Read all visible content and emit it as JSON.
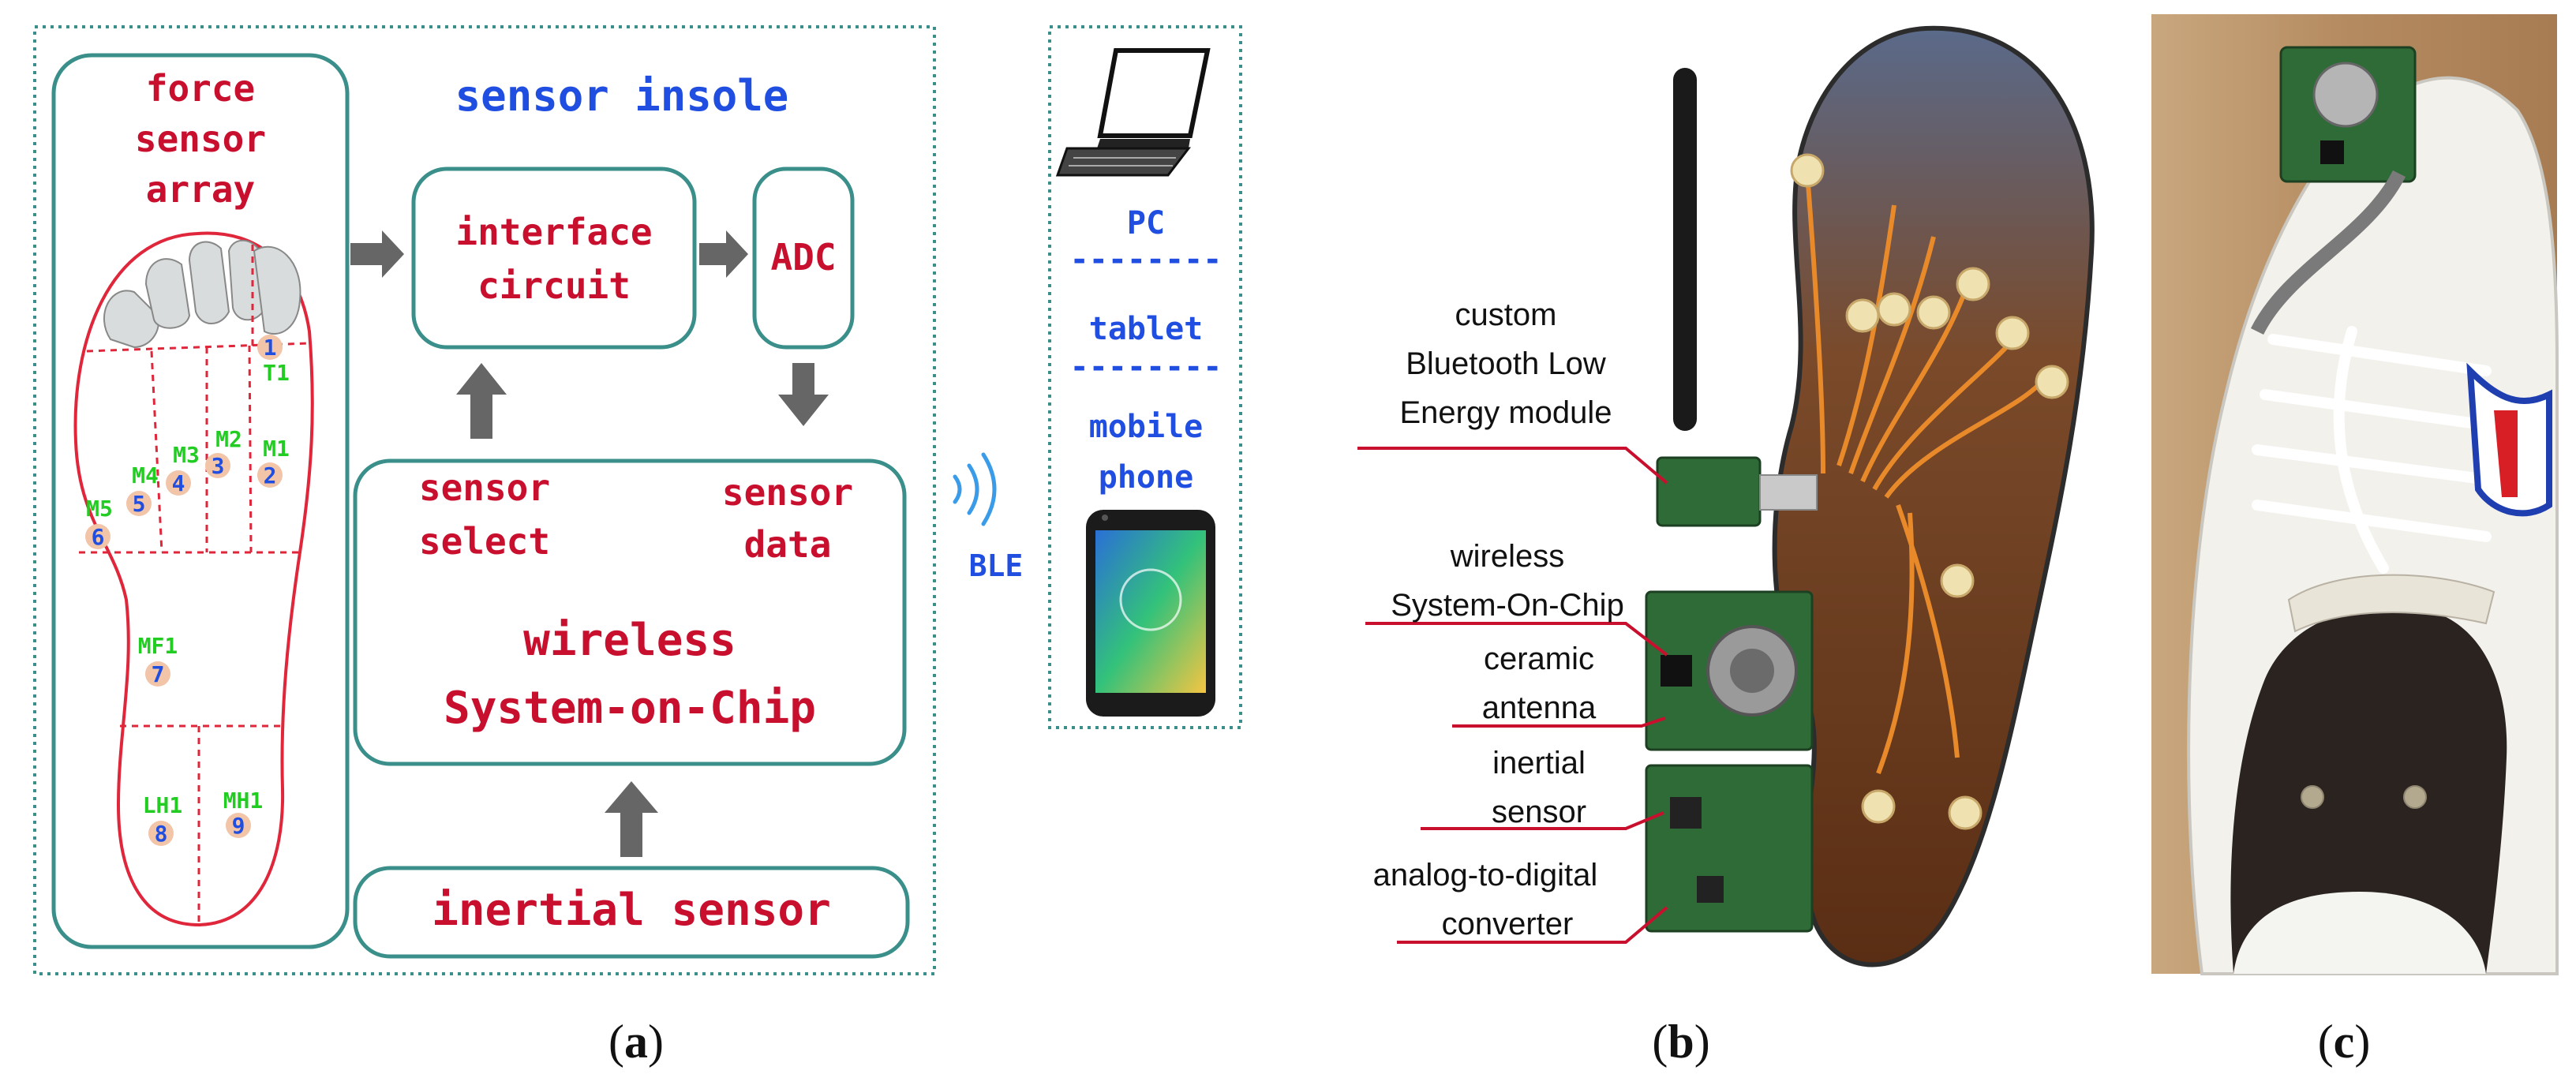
{
  "panel_a": {
    "title": "sensor insole",
    "force_array": [
      "force",
      "sensor",
      "array"
    ],
    "interface_circuit": [
      "interface",
      "circuit"
    ],
    "adc": "ADC",
    "sensor_select": [
      "sensor",
      "select"
    ],
    "sensor_data": [
      "sensor",
      "data"
    ],
    "wireless_soc": [
      "wireless",
      "System-on-Chip"
    ],
    "inertial_sensor": "inertial sensor",
    "ble": "BLE",
    "devices": {
      "pc": "PC",
      "separator": "--------",
      "tablet": "tablet",
      "mobile": [
        "mobile",
        "phone"
      ]
    },
    "sensors": [
      {
        "name": "T1",
        "num": "1"
      },
      {
        "name": "M1",
        "num": "2"
      },
      {
        "name": "M2",
        "num": "3"
      },
      {
        "name": "M3",
        "num": "4"
      },
      {
        "name": "M4",
        "num": "5"
      },
      {
        "name": "M5",
        "num": "6"
      },
      {
        "name": "MF1",
        "num": "7"
      },
      {
        "name": "LH1",
        "num": "8"
      },
      {
        "name": "MH1",
        "num": "9"
      }
    ]
  },
  "panel_b": {
    "labels": {
      "ble_module": [
        "custom",
        "Bluetooth Low",
        "Energy module"
      ],
      "soc": [
        "wireless",
        "System-On-Chip"
      ],
      "antenna": [
        "ceramic",
        "antenna"
      ],
      "inertial": [
        "inertial",
        "sensor"
      ],
      "adc": [
        "analog-to-digital",
        "converter"
      ]
    }
  },
  "captions": [
    "a",
    "b",
    "c"
  ],
  "colors": {
    "red": "#c8102e",
    "blue": "#1f4ee0",
    "green": "#22cc22",
    "teal": "#3a8f8a",
    "arrow": "#666666"
  }
}
